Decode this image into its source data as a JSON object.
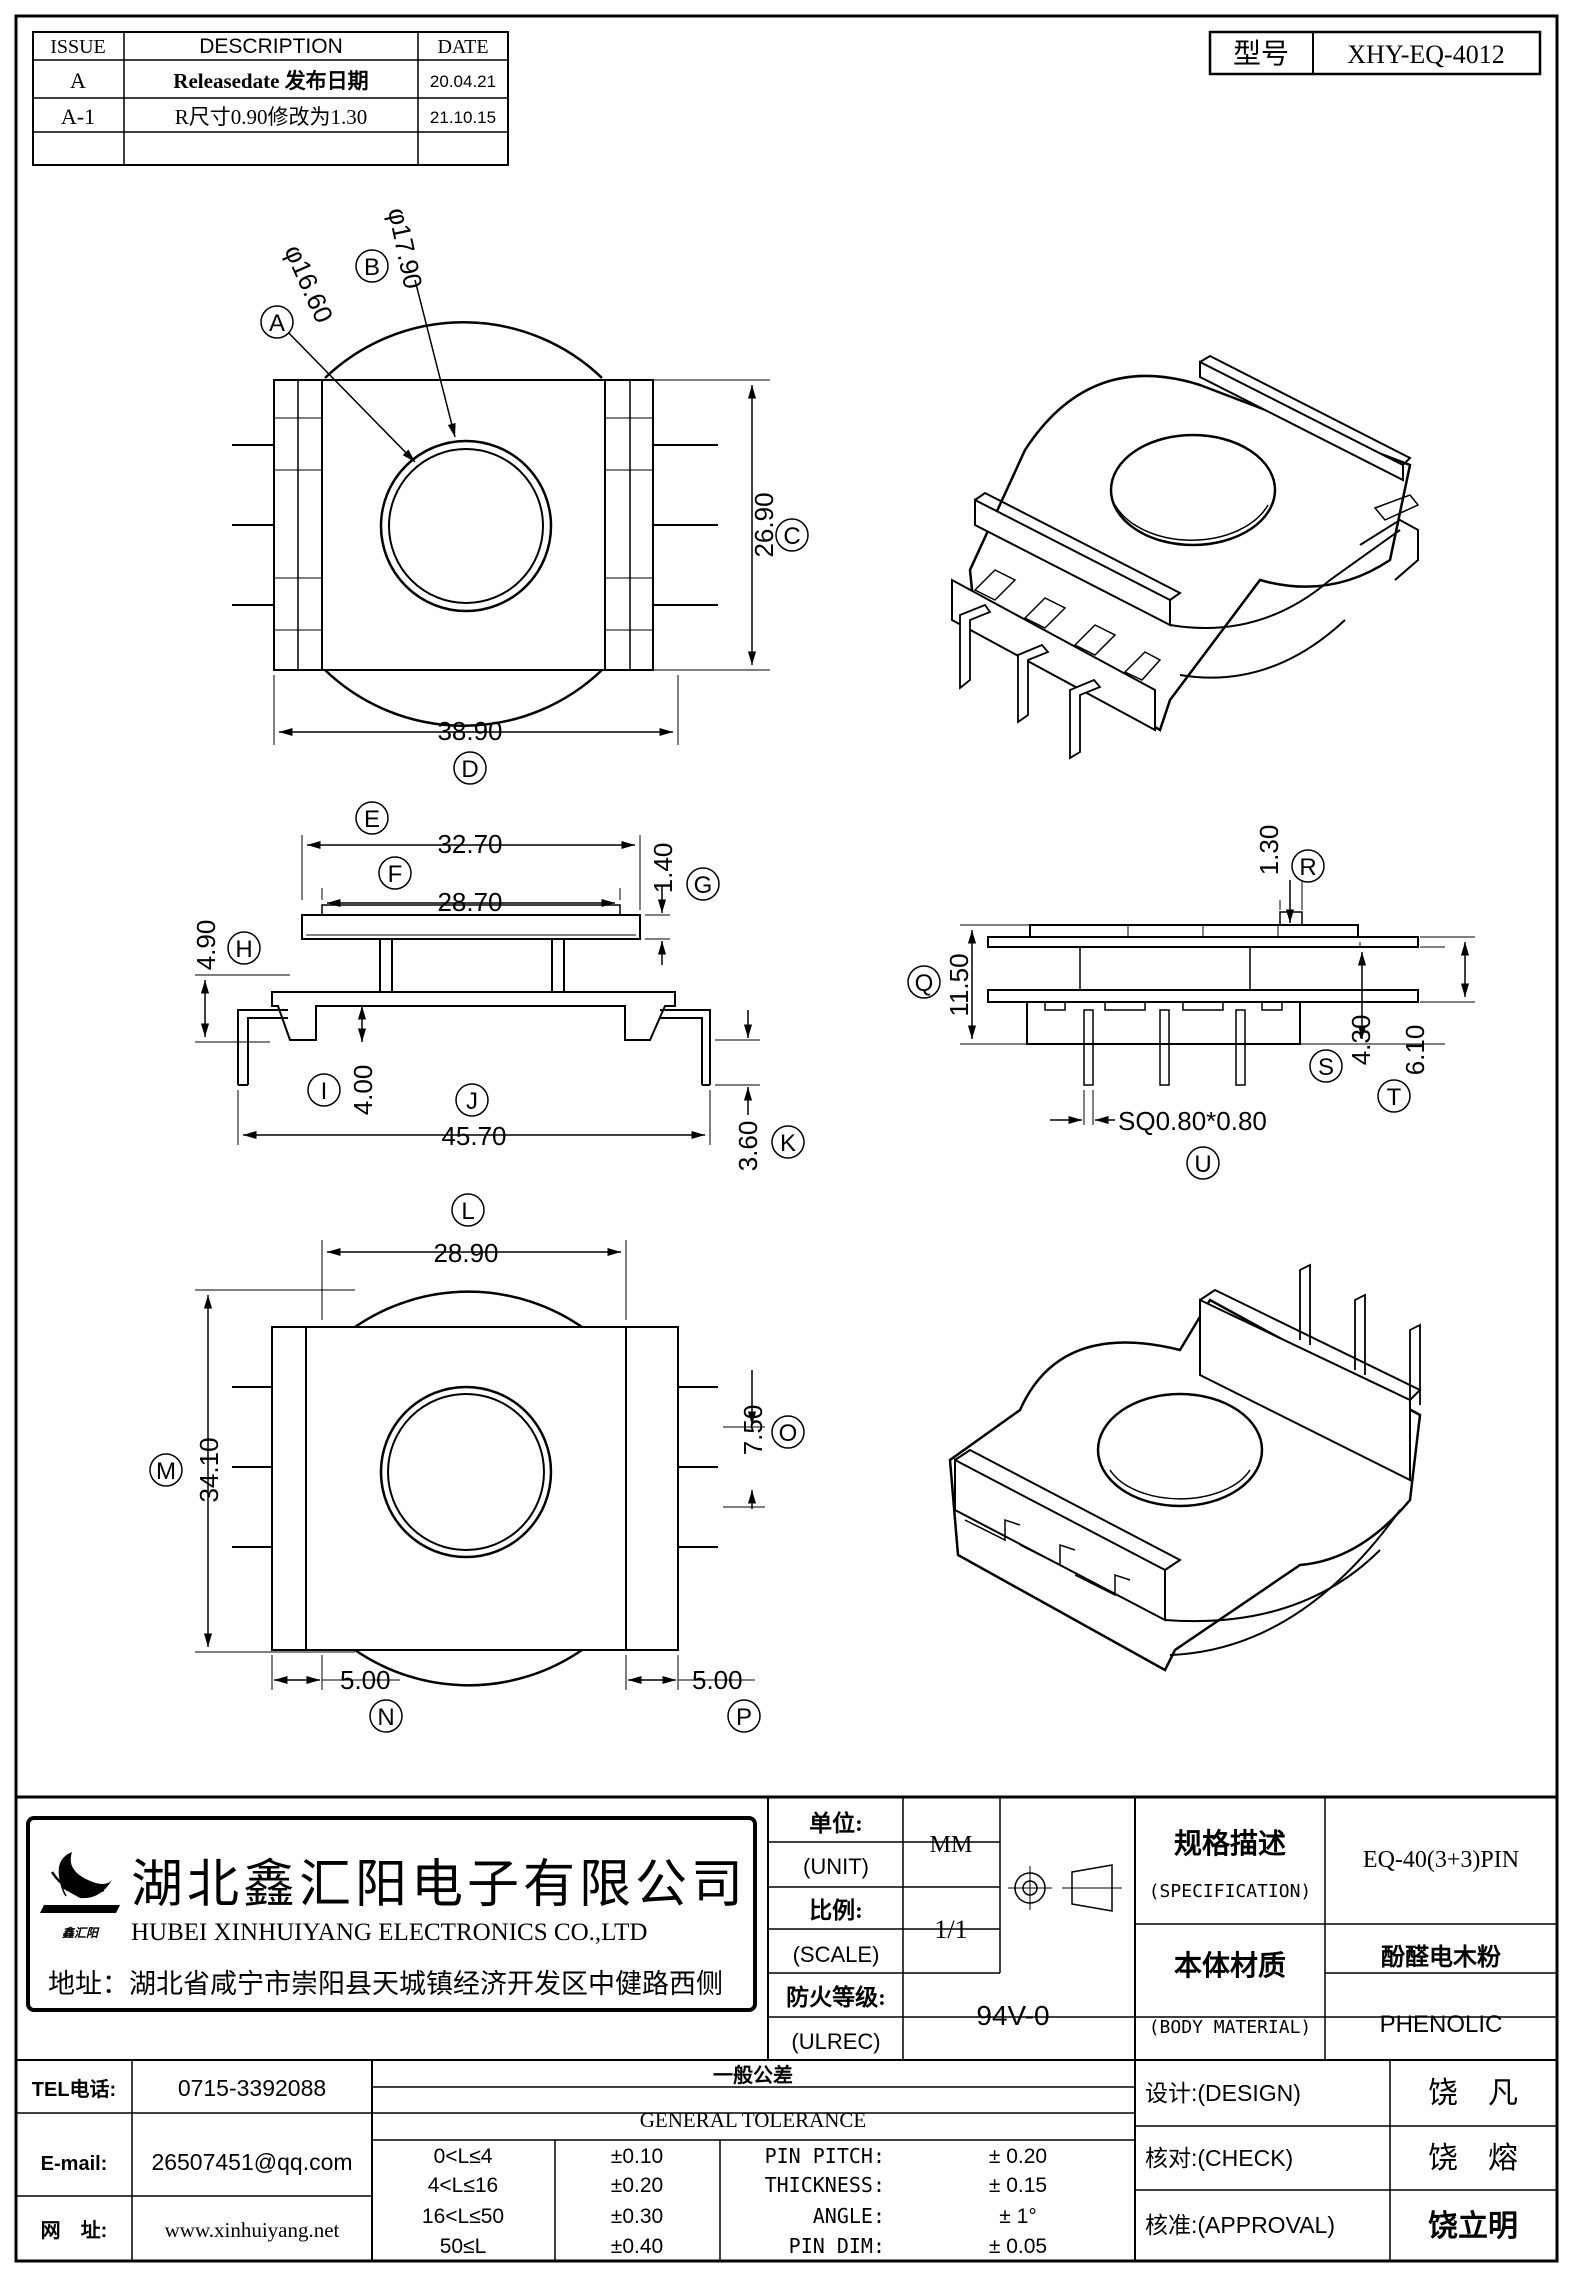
{
  "revision_table": {
    "headers": [
      "ISSUE",
      "DESCRIPTION",
      "DATE"
    ],
    "rows": [
      {
        "issue": "A",
        "description": "Releasedate 发布日期",
        "date": "20.04.21"
      },
      {
        "issue": "A-1",
        "description": "R尺寸0.90修改为1.30",
        "date": "21.10.15"
      }
    ]
  },
  "model": {
    "label": "型号",
    "value": "XHY-EQ-4012"
  },
  "dimensions": {
    "A": {
      "marker": "A",
      "value": "φ16.60"
    },
    "B": {
      "marker": "B",
      "value": "φ17.90"
    },
    "C": {
      "marker": "C",
      "value": "26.90"
    },
    "D": {
      "marker": "D",
      "value": "38.90"
    },
    "E": {
      "marker": "E",
      "value": "32.70"
    },
    "F": {
      "marker": "F",
      "value": "28.70"
    },
    "G": {
      "marker": "G",
      "value": "1.40"
    },
    "H": {
      "marker": "H",
      "value": "4.90"
    },
    "I": {
      "marker": "I",
      "value": "4.00"
    },
    "J": {
      "marker": "J",
      "value": "45.70"
    },
    "K": {
      "marker": "K",
      "value": "3.60"
    },
    "L": {
      "marker": "L",
      "value": "28.90"
    },
    "M": {
      "marker": "M",
      "value": "34.10"
    },
    "N": {
      "marker": "N",
      "value": "5.00"
    },
    "O": {
      "marker": "O",
      "value": "7.50"
    },
    "P": {
      "marker": "P",
      "value": "5.00"
    },
    "Q": {
      "marker": "Q",
      "value": "11.50"
    },
    "R": {
      "marker": "R",
      "value": "1.30"
    },
    "S": {
      "marker": "S",
      "value": "4.30"
    },
    "T": {
      "marker": "T",
      "value": "6.10"
    },
    "U": {
      "marker": "U",
      "value": "SQ0.80*0.80"
    }
  },
  "title_block": {
    "company_cn": "湖北鑫汇阳电子有限公司",
    "company_en": "HUBEI XINHUIYANG ELECTRONICS CO.,LTD",
    "logo_text": "鑫汇阳",
    "address": "地址：湖北省咸宁市崇阳县天城镇经济开发区中健路西侧",
    "unit_label_cn": "单位:",
    "unit_label_en": "(UNIT)",
    "unit_value": "MM",
    "scale_label_cn": "比例:",
    "scale_label_en": "(SCALE)",
    "scale_value": "1/1",
    "fire_label_cn": "防火等级:",
    "fire_label_en": "(ULREC)",
    "fire_value": "94V-0",
    "spec_label_cn": "规格描述",
    "spec_label_en": "(SPECIFICATION)",
    "spec_value": "EQ-40(3+3)PIN",
    "material_label_cn": "本体材质",
    "material_label_en": "(BODY MATERIAL)",
    "material_value_cn": "酚醛电木粉",
    "material_value_en": "PHENOLIC",
    "tel_label": "TEL电话:",
    "tel_value": "0715-3392088",
    "email_label": "E-mail:",
    "email_value": "26507451@qq.com",
    "web_label": "网　址:",
    "web_value": "www.xinhuiyang.net",
    "tolerance_title_cn": "一般公差",
    "tolerance_title_en": "GENERAL TOLERANCE",
    "tolerances": [
      {
        "range": "0<L≤4",
        "tol": "±0.10"
      },
      {
        "range": "4<L≤16",
        "tol": "±0.20"
      },
      {
        "range": "16<L≤50",
        "tol": "±0.30"
      },
      {
        "range": "50≤L",
        "tol": "±0.40"
      }
    ],
    "pin_specs": [
      {
        "label": "PIN PITCH:",
        "value": "± 0.20"
      },
      {
        "label": "THICKNESS:",
        "value": "± 0.15"
      },
      {
        "label": "ANGLE:",
        "value": "± 1°"
      },
      {
        "label": "PIN DIM:",
        "value": "± 0.05"
      }
    ],
    "design_label": "设计:(DESIGN)",
    "design_value": "饶　凡",
    "check_label": "核对:(CHECK)",
    "check_value": "饶　熔",
    "approval_label": "核准:(APPROVAL)",
    "approval_value": "饶立明"
  }
}
